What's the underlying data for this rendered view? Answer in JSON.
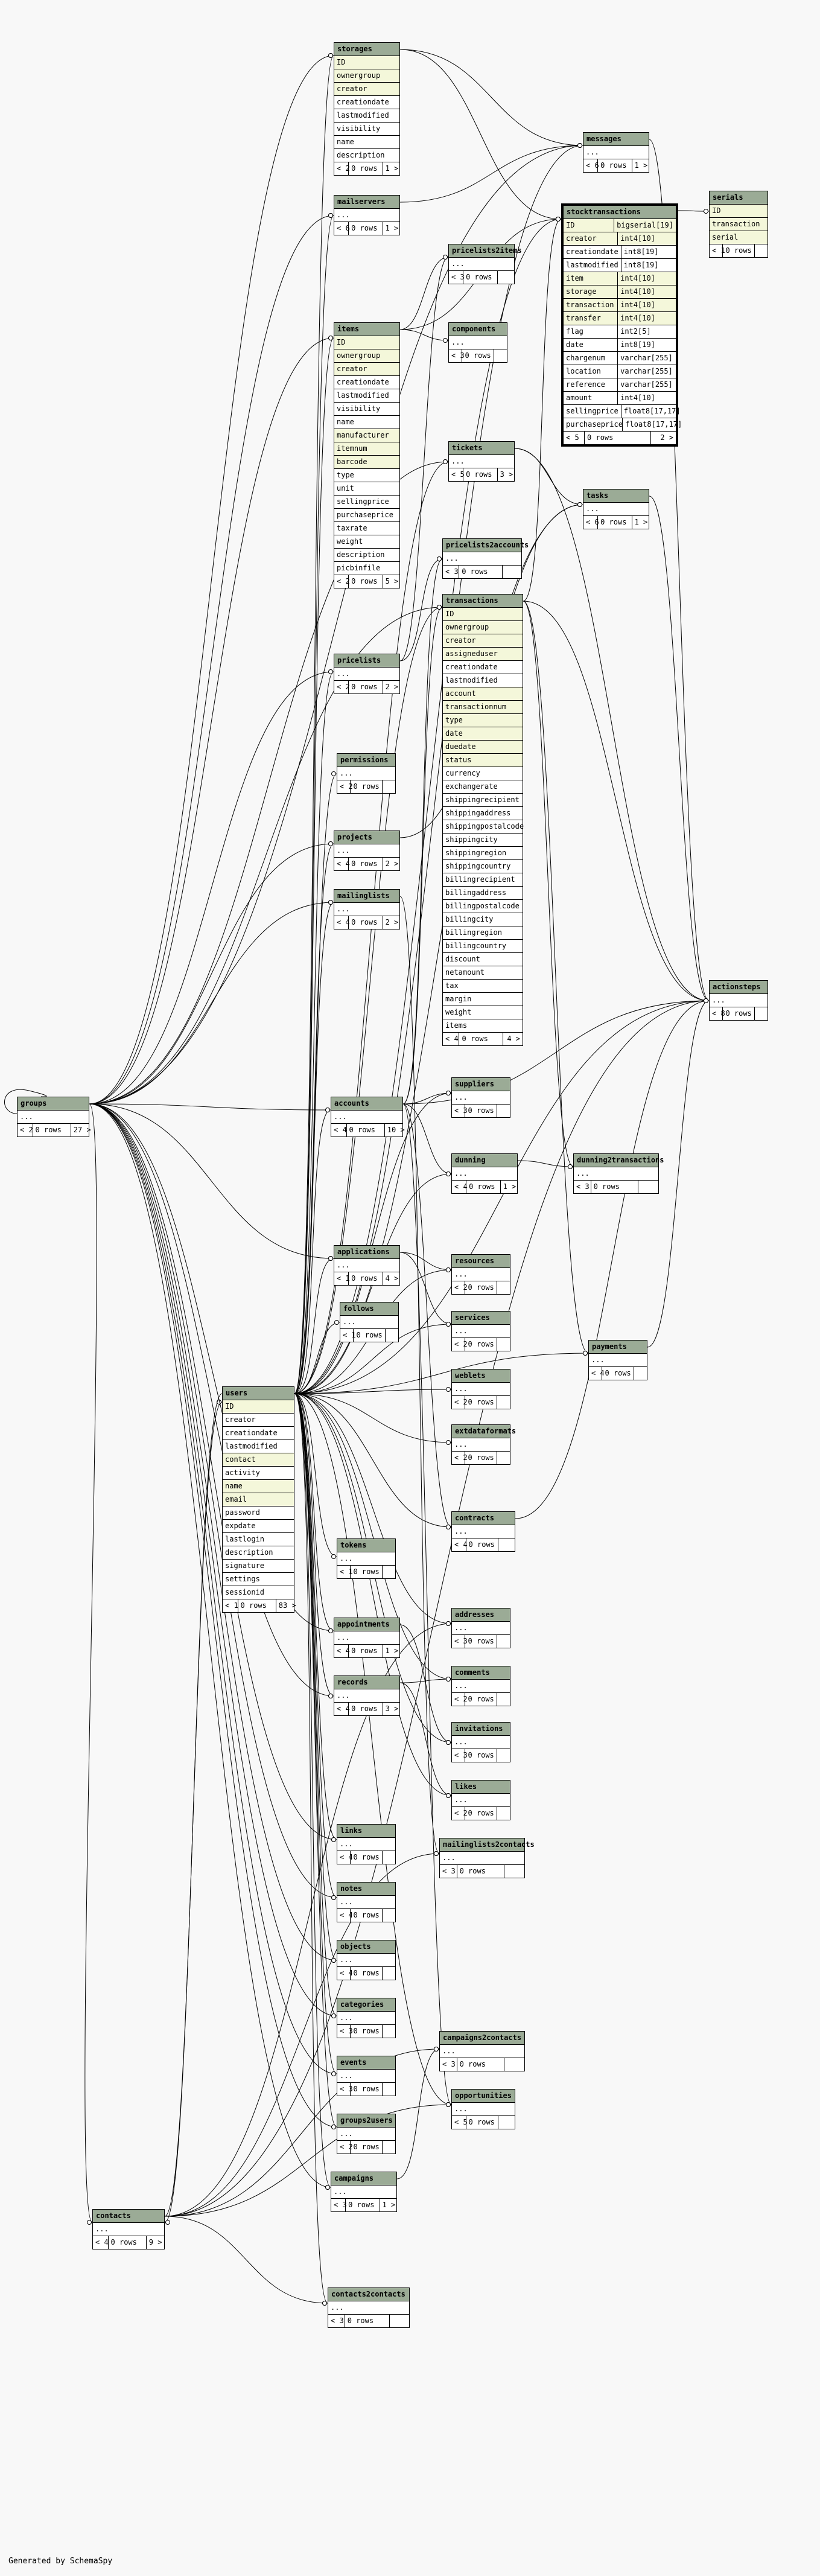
{
  "footer": "Generated by SchemaSpy",
  "tables": [
    {
      "id": "groups",
      "title": "groups",
      "cols": [
        [
          "..."
        ]
      ],
      "foot": [
        "< 2",
        "0 rows",
        "27 >"
      ]
    },
    {
      "id": "storages",
      "title": "storages",
      "cols": [
        [
          "ID"
        ],
        [
          "ownergroup"
        ],
        [
          "creator"
        ],
        [
          "creationdate"
        ],
        [
          "lastmodified"
        ],
        [
          "visibility"
        ],
        [
          "name"
        ],
        [
          "description"
        ]
      ],
      "keys": [
        0,
        1,
        2
      ],
      "foot": [
        "< 2",
        "0 rows",
        "1 >"
      ]
    },
    {
      "id": "mailservers",
      "title": "mailservers",
      "cols": [
        [
          "..."
        ]
      ],
      "foot": [
        "< 6",
        "0 rows",
        "1 >"
      ]
    },
    {
      "id": "messages",
      "title": "messages",
      "cols": [
        [
          "..."
        ]
      ],
      "foot": [
        "< 6",
        "0 rows",
        "1 >"
      ]
    },
    {
      "id": "stocktransactions",
      "title": "stocktransactions",
      "cols": [
        [
          "ID",
          "bigserial[19]"
        ],
        [
          "creator",
          "int4[10]"
        ],
        [
          "creationdate",
          "int8[19]"
        ],
        [
          "lastmodified",
          "int8[19]"
        ],
        [
          "item",
          "int4[10]"
        ],
        [
          "storage",
          "int4[10]"
        ],
        [
          "transaction",
          "int4[10]"
        ],
        [
          "transfer",
          "int4[10]"
        ],
        [
          "flag",
          "int2[5]"
        ],
        [
          "date",
          "int8[19]"
        ],
        [
          "chargenum",
          "varchar[255]"
        ],
        [
          "location",
          "varchar[255]"
        ],
        [
          "reference",
          "varchar[255]"
        ],
        [
          "amount",
          "int4[10]"
        ],
        [
          "sellingprice",
          "float8[17,17]"
        ],
        [
          "purchaseprice",
          "float8[17,17]"
        ]
      ],
      "keys": [
        0,
        1,
        4,
        5,
        6,
        7
      ],
      "foot": [
        "< 5",
        "0 rows",
        "2 >"
      ]
    },
    {
      "id": "serials",
      "title": "serials",
      "cols": [
        [
          "ID"
        ],
        [
          "transaction"
        ],
        [
          "serial"
        ]
      ],
      "keys": [
        0,
        1,
        2
      ],
      "foot": [
        "< 1",
        "0 rows",
        ""
      ]
    },
    {
      "id": "pricelists2items",
      "title": "pricelists2items",
      "cols": [
        [
          "..."
        ]
      ],
      "foot": [
        "< 3",
        "0 rows",
        ""
      ]
    },
    {
      "id": "items",
      "title": "items",
      "cols": [
        [
          "ID"
        ],
        [
          "ownergroup"
        ],
        [
          "creator"
        ],
        [
          "creationdate"
        ],
        [
          "lastmodified"
        ],
        [
          "visibility"
        ],
        [
          "name"
        ],
        [
          "manufacturer"
        ],
        [
          "itemnum"
        ],
        [
          "barcode"
        ],
        [
          "type"
        ],
        [
          "unit"
        ],
        [
          "sellingprice"
        ],
        [
          "purchaseprice"
        ],
        [
          "taxrate"
        ],
        [
          "weight"
        ],
        [
          "description"
        ],
        [
          "picbinfile"
        ]
      ],
      "keys": [
        0,
        1,
        2,
        7,
        8,
        9
      ],
      "foot": [
        "< 2",
        "0 rows",
        "5 >"
      ]
    },
    {
      "id": "components",
      "title": "components",
      "cols": [
        [
          "..."
        ]
      ],
      "foot": [
        "< 3",
        "0 rows",
        ""
      ]
    },
    {
      "id": "tickets",
      "title": "tickets",
      "cols": [
        [
          "..."
        ]
      ],
      "foot": [
        "< 5",
        "0 rows",
        "3 >"
      ]
    },
    {
      "id": "tasks",
      "title": "tasks",
      "cols": [
        [
          "..."
        ]
      ],
      "foot": [
        "< 6",
        "0 rows",
        "1 >"
      ]
    },
    {
      "id": "pricelists2accounts",
      "title": "pricelists2accounts",
      "cols": [
        [
          "..."
        ]
      ],
      "foot": [
        "< 3",
        "0 rows",
        ""
      ]
    },
    {
      "id": "transactions",
      "title": "transactions",
      "cols": [
        [
          "ID"
        ],
        [
          "ownergroup"
        ],
        [
          "creator"
        ],
        [
          "assigneduser"
        ],
        [
          "creationdate"
        ],
        [
          "lastmodified"
        ],
        [
          "account"
        ],
        [
          "transactionnum"
        ],
        [
          "type"
        ],
        [
          "date"
        ],
        [
          "duedate"
        ],
        [
          "status"
        ],
        [
          "currency"
        ],
        [
          "exchangerate"
        ],
        [
          "shippingrecipient"
        ],
        [
          "shippingaddress"
        ],
        [
          "shippingpostalcode"
        ],
        [
          "shippingcity"
        ],
        [
          "shippingregion"
        ],
        [
          "shippingcountry"
        ],
        [
          "billingrecipient"
        ],
        [
          "billingaddress"
        ],
        [
          "billingpostalcode"
        ],
        [
          "billingcity"
        ],
        [
          "billingregion"
        ],
        [
          "billingcountry"
        ],
        [
          "discount"
        ],
        [
          "netamount"
        ],
        [
          "tax"
        ],
        [
          "margin"
        ],
        [
          "weight"
        ],
        [
          "items"
        ]
      ],
      "keys": [
        0,
        1,
        2,
        3,
        6,
        7,
        8,
        9,
        10,
        11
      ],
      "foot": [
        "< 4",
        "0 rows",
        "4 >"
      ]
    },
    {
      "id": "pricelists",
      "title": "pricelists",
      "cols": [
        [
          "..."
        ]
      ],
      "foot": [
        "< 2",
        "0 rows",
        "2 >"
      ]
    },
    {
      "id": "permissions",
      "title": "permissions",
      "cols": [
        [
          "..."
        ]
      ],
      "foot": [
        "< 2",
        "0 rows",
        ""
      ]
    },
    {
      "id": "projects",
      "title": "projects",
      "cols": [
        [
          "..."
        ]
      ],
      "foot": [
        "< 4",
        "0 rows",
        "2 >"
      ]
    },
    {
      "id": "mailinglists",
      "title": "mailinglists",
      "cols": [
        [
          "..."
        ]
      ],
      "foot": [
        "< 4",
        "0 rows",
        "2 >"
      ]
    },
    {
      "id": "actionsteps",
      "title": "actionsteps",
      "cols": [
        [
          "..."
        ]
      ],
      "foot": [
        "< 8",
        "0 rows",
        ""
      ]
    },
    {
      "id": "suppliers",
      "title": "suppliers",
      "cols": [
        [
          "..."
        ]
      ],
      "foot": [
        "< 3",
        "0 rows",
        ""
      ]
    },
    {
      "id": "accounts",
      "title": "accounts",
      "cols": [
        [
          "..."
        ]
      ],
      "foot": [
        "< 4",
        "0 rows",
        "10 >"
      ]
    },
    {
      "id": "dunning",
      "title": "dunning",
      "cols": [
        [
          "..."
        ]
      ],
      "foot": [
        "< 4",
        "0 rows",
        "1 >"
      ]
    },
    {
      "id": "dunning2transactions",
      "title": "dunning2transactions",
      "cols": [
        [
          "..."
        ]
      ],
      "foot": [
        "< 3",
        "0 rows",
        ""
      ]
    },
    {
      "id": "applications",
      "title": "applications",
      "cols": [
        [
          "..."
        ]
      ],
      "foot": [
        "< 1",
        "0 rows",
        "4 >"
      ]
    },
    {
      "id": "resources",
      "title": "resources",
      "cols": [
        [
          "..."
        ]
      ],
      "foot": [
        "< 2",
        "0 rows",
        ""
      ]
    },
    {
      "id": "follows",
      "title": "follows",
      "cols": [
        [
          "..."
        ]
      ],
      "foot": [
        "< 1",
        "0 rows",
        ""
      ]
    },
    {
      "id": "services",
      "title": "services",
      "cols": [
        [
          "..."
        ]
      ],
      "foot": [
        "< 2",
        "0 rows",
        ""
      ]
    },
    {
      "id": "payments",
      "title": "payments",
      "cols": [
        [
          "..."
        ]
      ],
      "foot": [
        "< 4",
        "0 rows",
        ""
      ]
    },
    {
      "id": "weblets",
      "title": "weblets",
      "cols": [
        [
          "..."
        ]
      ],
      "foot": [
        "< 2",
        "0 rows",
        ""
      ]
    },
    {
      "id": "users",
      "title": "users",
      "cols": [
        [
          "ID"
        ],
        [
          "creator"
        ],
        [
          "creationdate"
        ],
        [
          "lastmodified"
        ],
        [
          "contact"
        ],
        [
          "activity"
        ],
        [
          "name"
        ],
        [
          "email"
        ],
        [
          "password"
        ],
        [
          "expdate"
        ],
        [
          "lastlogin"
        ],
        [
          "description"
        ],
        [
          "signature"
        ],
        [
          "settings"
        ],
        [
          "sessionid"
        ]
      ],
      "keys": [
        0,
        4,
        6,
        7
      ],
      "foot": [
        "< 1",
        "0 rows",
        "83 >"
      ]
    },
    {
      "id": "extdataformats",
      "title": "extdataformats",
      "cols": [
        [
          "..."
        ]
      ],
      "foot": [
        "< 2",
        "0 rows",
        ""
      ]
    },
    {
      "id": "contracts",
      "title": "contracts",
      "cols": [
        [
          "..."
        ]
      ],
      "foot": [
        "< 4",
        "0 rows",
        ""
      ]
    },
    {
      "id": "tokens",
      "title": "tokens",
      "cols": [
        [
          "..."
        ]
      ],
      "foot": [
        "< 1",
        "0 rows",
        ""
      ]
    },
    {
      "id": "addresses",
      "title": "addresses",
      "cols": [
        [
          "..."
        ]
      ],
      "foot": [
        "< 3",
        "0 rows",
        ""
      ]
    },
    {
      "id": "appointments",
      "title": "appointments",
      "cols": [
        [
          "..."
        ]
      ],
      "foot": [
        "< 4",
        "0 rows",
        "1 >"
      ]
    },
    {
      "id": "comments",
      "title": "comments",
      "cols": [
        [
          "..."
        ]
      ],
      "foot": [
        "< 2",
        "0 rows",
        ""
      ]
    },
    {
      "id": "records",
      "title": "records",
      "cols": [
        [
          "..."
        ]
      ],
      "foot": [
        "< 4",
        "0 rows",
        "3 >"
      ]
    },
    {
      "id": "invitations",
      "title": "invitations",
      "cols": [
        [
          "..."
        ]
      ],
      "foot": [
        "< 3",
        "0 rows",
        ""
      ]
    },
    {
      "id": "likes",
      "title": "likes",
      "cols": [
        [
          "..."
        ]
      ],
      "foot": [
        "< 2",
        "0 rows",
        ""
      ]
    },
    {
      "id": "links",
      "title": "links",
      "cols": [
        [
          "..."
        ]
      ],
      "foot": [
        "< 4",
        "0 rows",
        ""
      ]
    },
    {
      "id": "mailinglists2contacts",
      "title": "mailinglists2contacts",
      "cols": [
        [
          "..."
        ]
      ],
      "foot": [
        "< 3",
        "0 rows",
        ""
      ]
    },
    {
      "id": "notes",
      "title": "notes",
      "cols": [
        [
          "..."
        ]
      ],
      "foot": [
        "< 4",
        "0 rows",
        ""
      ]
    },
    {
      "id": "objects",
      "title": "objects",
      "cols": [
        [
          "..."
        ]
      ],
      "foot": [
        "< 4",
        "0 rows",
        ""
      ]
    },
    {
      "id": "categories",
      "title": "categories",
      "cols": [
        [
          "..."
        ]
      ],
      "foot": [
        "< 3",
        "0 rows",
        ""
      ]
    },
    {
      "id": "campaigns2contacts",
      "title": "campaigns2contacts",
      "cols": [
        [
          "..."
        ]
      ],
      "foot": [
        "< 3",
        "0 rows",
        ""
      ]
    },
    {
      "id": "events",
      "title": "events",
      "cols": [
        [
          "..."
        ]
      ],
      "foot": [
        "< 3",
        "0 rows",
        ""
      ]
    },
    {
      "id": "opportunities",
      "title": "opportunities",
      "cols": [
        [
          "..."
        ]
      ],
      "foot": [
        "< 5",
        "0 rows",
        ""
      ]
    },
    {
      "id": "groups2users",
      "title": "groups2users",
      "cols": [
        [
          "..."
        ]
      ],
      "foot": [
        "< 2",
        "0 rows",
        ""
      ]
    },
    {
      "id": "campaigns",
      "title": "campaigns",
      "cols": [
        [
          "..."
        ]
      ],
      "foot": [
        "< 3",
        "0 rows",
        "1 >"
      ]
    },
    {
      "id": "contacts",
      "title": "contacts",
      "cols": [
        [
          "..."
        ]
      ],
      "foot": [
        "< 4",
        "0 rows",
        "9 >"
      ]
    },
    {
      "id": "contacts2contacts",
      "title": "contacts2contacts",
      "cols": [
        [
          "..."
        ]
      ],
      "foot": [
        "< 3",
        "0 rows",
        ""
      ]
    }
  ],
  "relations": [
    [
      "storages",
      "groups"
    ],
    [
      "storages",
      "users"
    ],
    [
      "mailservers",
      "groups"
    ],
    [
      "mailservers",
      "users"
    ],
    [
      "messages",
      "users"
    ],
    [
      "messages",
      "groups"
    ],
    [
      "messages",
      "mailservers"
    ],
    [
      "messages",
      "storages"
    ],
    [
      "stocktransactions",
      "items"
    ],
    [
      "stocktransactions",
      "storages"
    ],
    [
      "stocktransactions",
      "transactions"
    ],
    [
      "stocktransactions",
      "users"
    ],
    [
      "serials",
      "stocktransactions"
    ],
    [
      "pricelists2items",
      "items"
    ],
    [
      "pricelists2items",
      "pricelists"
    ],
    [
      "items",
      "groups"
    ],
    [
      "items",
      "users"
    ],
    [
      "components",
      "items"
    ],
    [
      "tickets",
      "users"
    ],
    [
      "tickets",
      "groups"
    ],
    [
      "tasks",
      "users"
    ],
    [
      "tasks",
      "projects"
    ],
    [
      "tasks",
      "tickets"
    ],
    [
      "pricelists2accounts",
      "pricelists"
    ],
    [
      "pricelists2accounts",
      "accounts"
    ],
    [
      "transactions",
      "groups"
    ],
    [
      "transactions",
      "users"
    ],
    [
      "transactions",
      "accounts"
    ],
    [
      "pricelists",
      "groups"
    ],
    [
      "pricelists",
      "users"
    ],
    [
      "permissions",
      "users"
    ],
    [
      "projects",
      "groups"
    ],
    [
      "projects",
      "users"
    ],
    [
      "mailinglists",
      "groups"
    ],
    [
      "mailinglists",
      "users"
    ],
    [
      "actionsteps",
      "users"
    ],
    [
      "actionsteps",
      "tasks"
    ],
    [
      "actionsteps",
      "messages"
    ],
    [
      "actionsteps",
      "tickets"
    ],
    [
      "actionsteps",
      "accounts"
    ],
    [
      "actionsteps",
      "transactions"
    ],
    [
      "actionsteps",
      "contacts"
    ],
    [
      "actionsteps",
      "contracts"
    ],
    [
      "actionsteps",
      "payments"
    ],
    [
      "suppliers",
      "accounts"
    ],
    [
      "suppliers",
      "users"
    ],
    [
      "accounts",
      "groups"
    ],
    [
      "accounts",
      "users"
    ],
    [
      "dunning",
      "accounts"
    ],
    [
      "dunning",
      "users"
    ],
    [
      "dunning2transactions",
      "dunning"
    ],
    [
      "dunning2transactions",
      "transactions"
    ],
    [
      "applications",
      "users"
    ],
    [
      "applications",
      "groups"
    ],
    [
      "resources",
      "users"
    ],
    [
      "resources",
      "applications"
    ],
    [
      "follows",
      "users"
    ],
    [
      "services",
      "users"
    ],
    [
      "services",
      "applications"
    ],
    [
      "payments",
      "transactions"
    ],
    [
      "payments",
      "users"
    ],
    [
      "weblets",
      "users"
    ],
    [
      "users",
      "contacts"
    ],
    [
      "extdataformats",
      "users"
    ],
    [
      "contracts",
      "accounts"
    ],
    [
      "contracts",
      "users"
    ],
    [
      "tokens",
      "users"
    ],
    [
      "addresses",
      "contacts"
    ],
    [
      "addresses",
      "users"
    ],
    [
      "appointments",
      "users"
    ],
    [
      "appointments",
      "groups"
    ],
    [
      "comments",
      "records"
    ],
    [
      "comments",
      "users"
    ],
    [
      "records",
      "users"
    ],
    [
      "records",
      "groups"
    ],
    [
      "invitations",
      "appointments"
    ],
    [
      "invitations",
      "users"
    ],
    [
      "likes",
      "records"
    ],
    [
      "likes",
      "users"
    ],
    [
      "links",
      "users"
    ],
    [
      "links",
      "groups"
    ],
    [
      "mailinglists2contacts",
      "mailinglists"
    ],
    [
      "mailinglists2contacts",
      "contacts"
    ],
    [
      "notes",
      "users"
    ],
    [
      "notes",
      "groups"
    ],
    [
      "objects",
      "users"
    ],
    [
      "objects",
      "groups"
    ],
    [
      "categories",
      "users"
    ],
    [
      "categories",
      "groups"
    ],
    [
      "campaigns2contacts",
      "campaigns"
    ],
    [
      "campaigns2contacts",
      "contacts"
    ],
    [
      "events",
      "users"
    ],
    [
      "events",
      "groups"
    ],
    [
      "opportunities",
      "users"
    ],
    [
      "opportunities",
      "accounts"
    ],
    [
      "opportunities",
      "contacts"
    ],
    [
      "groups2users",
      "groups"
    ],
    [
      "groups2users",
      "users"
    ],
    [
      "campaigns",
      "users"
    ],
    [
      "campaigns",
      "groups"
    ],
    [
      "contacts",
      "groups"
    ],
    [
      "contacts",
      "users"
    ],
    [
      "contacts2contacts",
      "contacts"
    ],
    [
      "contacts2contacts",
      "users"
    ]
  ]
}
